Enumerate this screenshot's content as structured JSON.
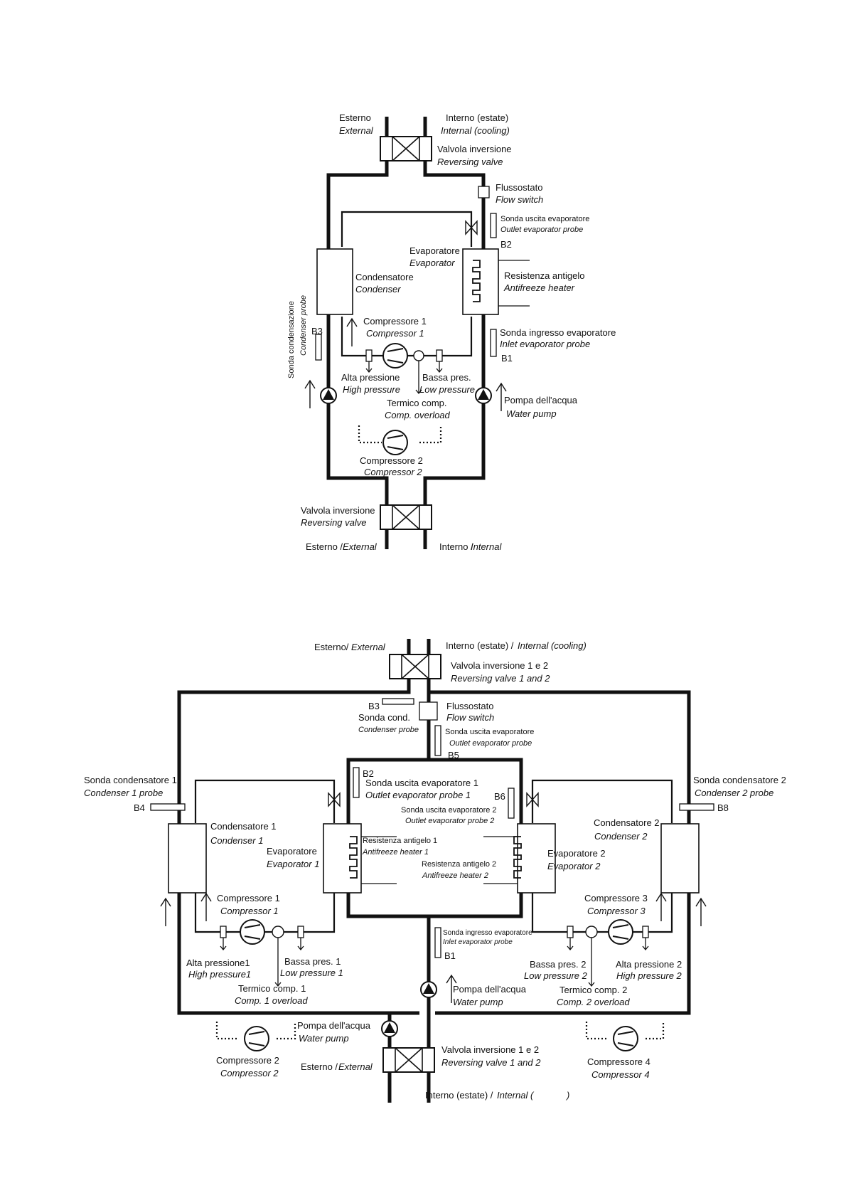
{
  "top": {
    "esterno": "Esterno",
    "external": "External",
    "interno_estate": "Interno (estate)",
    "internal_cooling": "Internal (cooling)",
    "valvola_inversione": "Valvola inversione",
    "reversing_valve": "Reversing valve",
    "flussostato": "Flussostato",
    "flow_switch": "Flow switch",
    "sonda_uscita_evap": "Sonda uscita evaporatore",
    "outlet_evap_probe": "Outlet evaporator probe",
    "b2": "B2",
    "evaporatore": "Evaporatore",
    "evaporator": "Evaporator",
    "resistenza_antigelo": "Resistenza antigelo",
    "antifreeze_heater": "Antifreeze heater",
    "condensatore": "Condensatore",
    "condenser": "Condenser",
    "sonda_condensazione": "Sonda condensazione",
    "condenser_probe": "Condenser probe",
    "b3": "B3",
    "compressore1": "Compressore 1",
    "compressor1": "Compressor 1",
    "sonda_ingresso_evap": "Sonda ingresso evaporatore",
    "inlet_evap_probe": "Inlet evaporator probe",
    "b1": "B1",
    "alta_pressione": "Alta pressione",
    "high_pressure": "High pressure",
    "bassa_pres": "Bassa pres.",
    "low_pressure": "Low pressure",
    "termico_comp": "Termico comp.",
    "comp_overload": "Comp. overload",
    "pompa_acqua": "Pompa dell'acqua",
    "water_pump": "Water pump",
    "compressore2": "Compressore 2",
    "compressor2": "Compressor 2",
    "valvola_inversione_b": "Valvola inversione",
    "reversing_valve_b": "Reversing valve",
    "esterno_b": "Esterno /",
    "external_b": "External",
    "interno_b": "Interno /",
    "internal_b": "Internal"
  },
  "bottom": {
    "esterno": "Esterno/",
    "external": "External",
    "interno_estate": "Interno (estate) /",
    "internal_cooling": "Internal (cooling)",
    "valvola_12": "Valvola inversione 1 e 2",
    "reversing_12": "Reversing valve 1 and 2",
    "b3": "B3",
    "sonda_cond": "Sonda cond.",
    "condenser_probe": "Condenser probe",
    "flussostato": "Flussostato",
    "flow_switch": "Flow switch",
    "sonda_uscita_evap": "Sonda uscita evaporatore",
    "outlet_evap_probe": "Outlet evaporator probe",
    "b5": "B5",
    "sonda_cond1": "Sonda condensatore 1",
    "cond1_probe": "Condenser 1 probe",
    "b4": "B4",
    "sonda_cond2": "Sonda condensatore 2",
    "cond2_probe": "Condenser 2 probe",
    "b8": "B8",
    "b2": "B2",
    "sonda_uscita_evap1": "Sonda uscita evaporatore 1",
    "outlet_evap_probe1": "Outlet evaporator probe 1",
    "b6": "B6",
    "sonda_uscita_evap2": "Sonda uscita evaporatore 2",
    "outlet_evap_probe2": "Outlet evaporator probe 2",
    "condensatore1": "Condensatore 1",
    "condenser1": "Condenser 1",
    "evaporatore1": "Evaporatore",
    "evaporator1": "Evaporator 1",
    "res_antigelo1": "Resistenza antigelo 1",
    "antifreeze1": "Antifreeze heater 1",
    "res_antigelo2": "Resistenza antigelo 2",
    "antifreeze2": "Antifreeze heater 2",
    "evaporatore2": "Evaporatore 2",
    "evaporator2": "Evaporator 2",
    "condensatore2": "Condensatore 2",
    "condenser2": "Condenser 2",
    "compressore1": "Compressore 1",
    "compressor1": "Compressor 1",
    "compressore3": "Compressore 3",
    "compressor3": "Compressor 3",
    "sonda_ingresso_evap": "Sonda ingresso evaporatore",
    "inlet_evap_probe": "Inlet evaporator probe",
    "b1": "B1",
    "alta_pressione1": "Alta pressione1",
    "high_pressure1": "High pressure1",
    "bassa_pres1": "Bassa pres. 1",
    "low_pressure1": "Low pressure 1",
    "termico_comp1": "Termico comp. 1",
    "comp1_overload": "Comp. 1 overload",
    "bassa_pres2": "Bassa pres. 2",
    "low_pressure2": "Low pressure 2",
    "alta_pressione2": "Alta pressione 2",
    "high_pressure2": "High pressure 2",
    "termico_comp2": "Termico comp. 2",
    "comp2_overload": "Comp. 2 overload",
    "pompa_acqua_c": "Pompa dell'acqua",
    "water_pump_c": "Water pump",
    "pompa_acqua_l": "Pompa dell'acqua",
    "water_pump_l": "Water pump",
    "compressore2": "Compressore 2",
    "compressor2": "Compressor 2",
    "compressore4": "Compressore 4",
    "compressor4": "Compressor 4",
    "esterno_b": "Esterno /",
    "external_b": "External",
    "valvola_12_b": "Valvola inversione 1 e 2",
    "reversing_12_b": "Reversing valve 1 and 2",
    "interno_b": "Interno (estate) /",
    "internal_b": "Internal (",
    "paren_close": ")"
  }
}
